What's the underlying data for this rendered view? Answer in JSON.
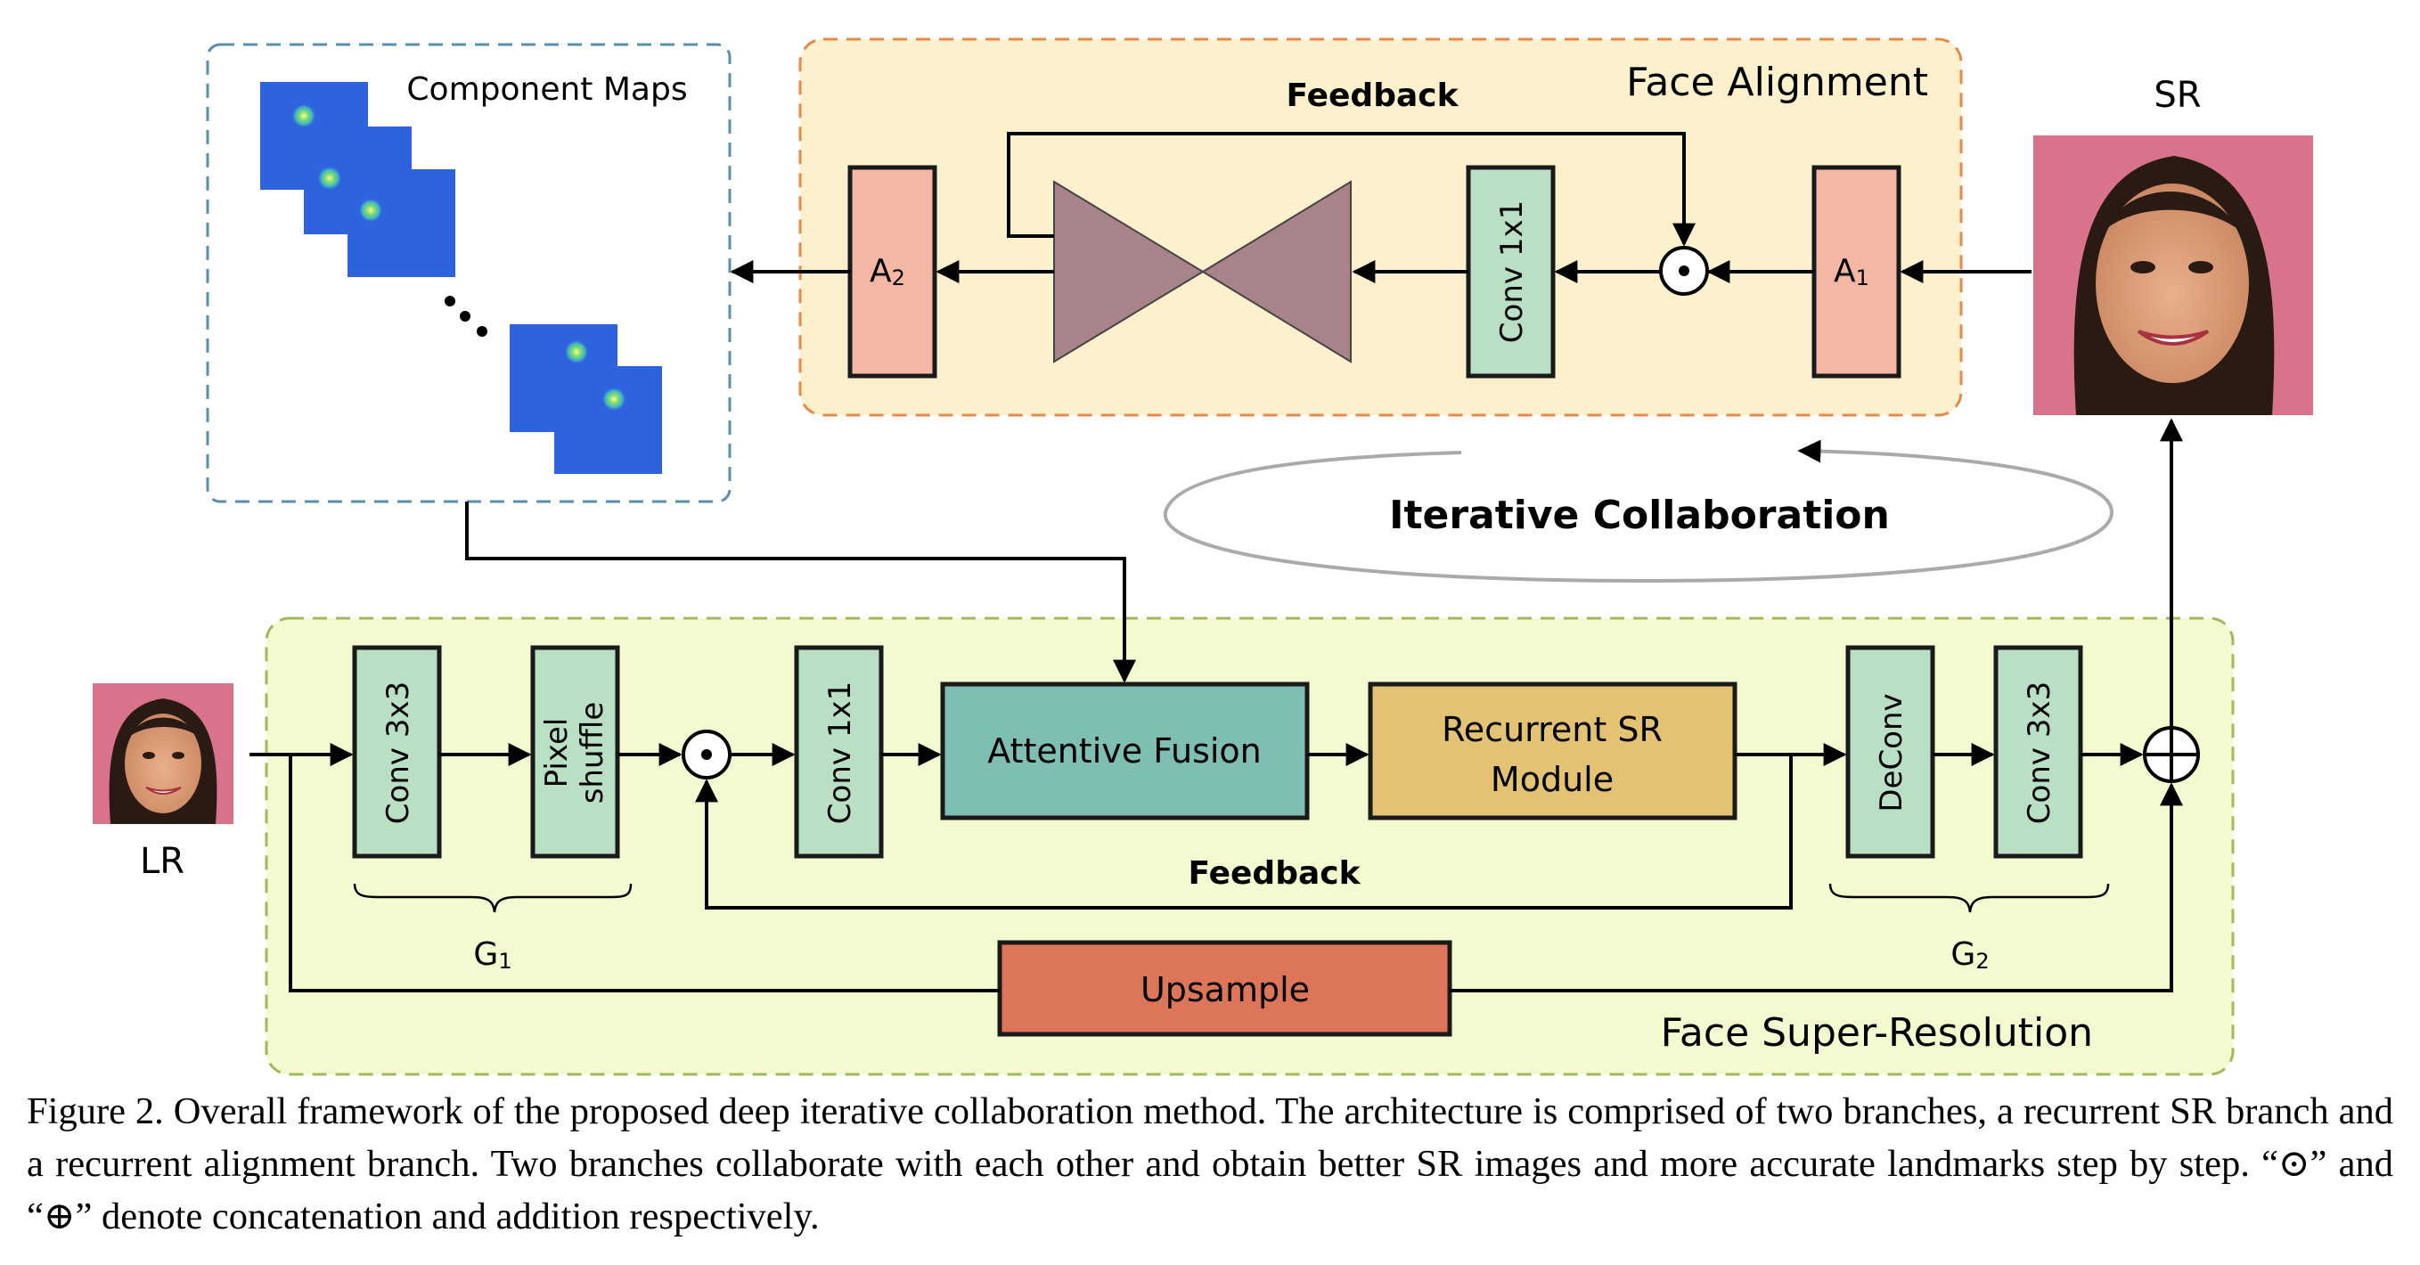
{
  "alignment_branch": {
    "title": "Face Alignment",
    "feedback": "Feedback",
    "a1": "A",
    "a1_sub": "1",
    "a2": "A",
    "a2_sub": "2",
    "conv": "Conv 1x1"
  },
  "component_maps": {
    "title": "Component Maps"
  },
  "sr_label": "SR",
  "lr_label": "LR",
  "iterative": "Iterative Collaboration",
  "sr_branch": {
    "title": "Face Super-Resolution",
    "conv3x3_a": "Conv 3x3",
    "pixel_shuffle_line1": "Pixel",
    "pixel_shuffle_line2": "shuffle",
    "conv1x1": "Conv 1x1",
    "attentive_fusion": "Attentive Fusion",
    "recurrent_line1": "Recurrent SR",
    "recurrent_line2": "Module",
    "feedback": "Feedback",
    "deconv": "DeConv",
    "conv3x3_b": "Conv 3x3",
    "upsample": "Upsample",
    "g1": "G",
    "g1_sub": "1",
    "g2": "G",
    "g2_sub": "2"
  },
  "caption": "Figure 2. Overall framework of the proposed deep iterative collaboration method. The architecture is comprised of two branches, a recurrent SR branch and a recurrent alignment branch. Two branches collaborate with each other and obtain better SR images and more accurate landmarks step by step. “⊙” and “⊕” denote concatenation and addition respectively.",
  "colors": {
    "alignment_bg": "#fdf0cc",
    "alignment_border": "#e8884a",
    "sr_bg": "#f4f9cf",
    "sr_border": "#a3b85c",
    "component_border": "#5a8fa8",
    "a_block": "#f4b7a4",
    "conv_block": "#b9dfc4",
    "hourglass": "#a8838a",
    "attentive_fusion": "#7fbfb3",
    "recurrent": "#e4c274",
    "upsample": "#dd7659",
    "heatmap": "#2f62dd"
  }
}
